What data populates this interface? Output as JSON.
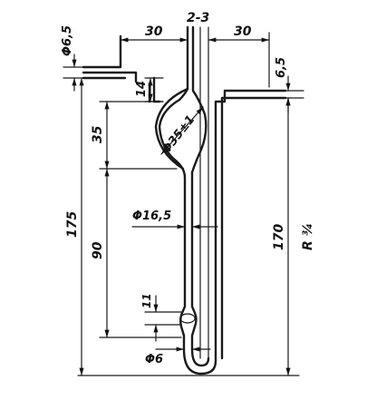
{
  "dimensions": {
    "top_left_width": "30",
    "top_gap": "2-3",
    "top_right_width": "30",
    "left_tube_dia": "Φ6,5",
    "right_tube_dia": "6,5",
    "bulb_neck_height": "14",
    "bulb_height": "35",
    "bulb_dia": "Φ35±1",
    "stem_dia": "Φ16,5",
    "overall_height_left": "175",
    "stem_length": "90",
    "constriction_height": "11",
    "bottom_tube_dia": "Φ6",
    "right_height": "170",
    "right_label": "R ¾"
  }
}
